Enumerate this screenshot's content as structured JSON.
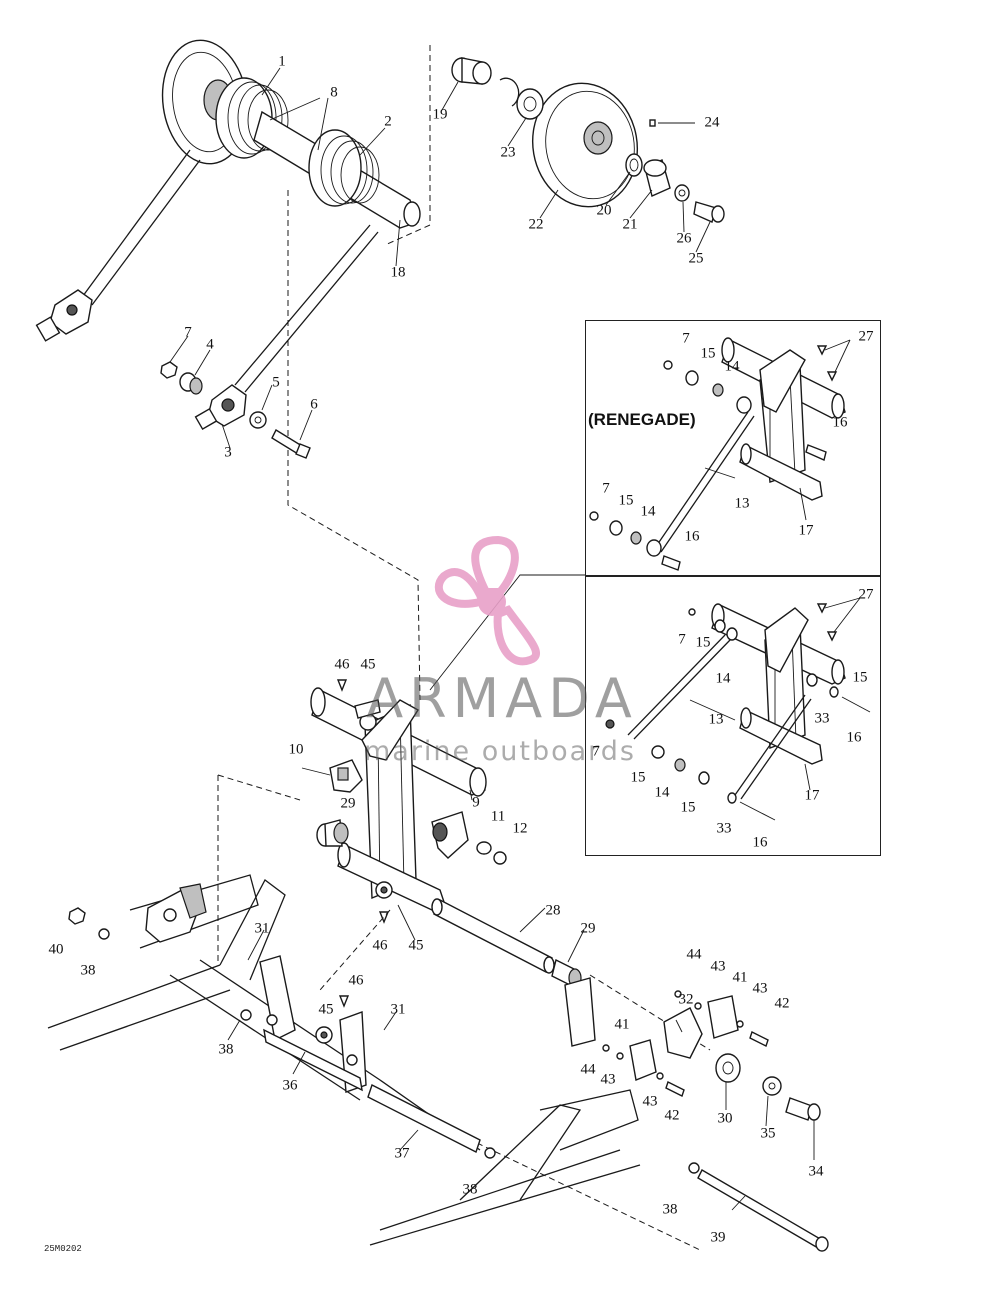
{
  "inset_title": "(RENEGADE)",
  "drawing_code": "25M0202",
  "watermark": {
    "brand": "ARMADA",
    "tagline": "marine outboards",
    "color": "#e8a0c8"
  },
  "callouts": [
    {
      "id": "c1",
      "text": "1"
    },
    {
      "id": "c2",
      "text": "2"
    },
    {
      "id": "c3",
      "text": "3"
    },
    {
      "id": "c4",
      "text": "4"
    },
    {
      "id": "c5",
      "text": "5"
    },
    {
      "id": "c6",
      "text": "6"
    },
    {
      "id": "c7a",
      "text": "7"
    },
    {
      "id": "c7b",
      "text": "7"
    },
    {
      "id": "c7c",
      "text": "7"
    },
    {
      "id": "c7d",
      "text": "7"
    },
    {
      "id": "c7e",
      "text": "7"
    },
    {
      "id": "c8",
      "text": "8"
    },
    {
      "id": "c9",
      "text": "9"
    },
    {
      "id": "c10",
      "text": "10"
    },
    {
      "id": "c11",
      "text": "11"
    },
    {
      "id": "c12",
      "text": "12"
    },
    {
      "id": "c13a",
      "text": "13"
    },
    {
      "id": "c13b",
      "text": "13"
    },
    {
      "id": "c14a",
      "text": "14"
    },
    {
      "id": "c14b",
      "text": "14"
    },
    {
      "id": "c14c",
      "text": "14"
    },
    {
      "id": "c14d",
      "text": "14"
    },
    {
      "id": "c15a",
      "text": "15"
    },
    {
      "id": "c15b",
      "text": "15"
    },
    {
      "id": "c15c",
      "text": "15"
    },
    {
      "id": "c15d",
      "text": "15"
    },
    {
      "id": "c15e",
      "text": "15"
    },
    {
      "id": "c15f",
      "text": "15"
    },
    {
      "id": "c16a",
      "text": "16"
    },
    {
      "id": "c16b",
      "text": "16"
    },
    {
      "id": "c16c",
      "text": "16"
    },
    {
      "id": "c16d",
      "text": "16"
    },
    {
      "id": "c17a",
      "text": "17"
    },
    {
      "id": "c17b",
      "text": "17"
    },
    {
      "id": "c18",
      "text": "18"
    },
    {
      "id": "c19",
      "text": "19"
    },
    {
      "id": "c20",
      "text": "20"
    },
    {
      "id": "c21",
      "text": "21"
    },
    {
      "id": "c22",
      "text": "22"
    },
    {
      "id": "c23",
      "text": "23"
    },
    {
      "id": "c24",
      "text": "24"
    },
    {
      "id": "c25",
      "text": "25"
    },
    {
      "id": "c26",
      "text": "26"
    },
    {
      "id": "c27a",
      "text": "27"
    },
    {
      "id": "c27b",
      "text": "27"
    },
    {
      "id": "c28",
      "text": "28"
    },
    {
      "id": "c29a",
      "text": "29"
    },
    {
      "id": "c29b",
      "text": "29"
    },
    {
      "id": "c30",
      "text": "30"
    },
    {
      "id": "c31a",
      "text": "31"
    },
    {
      "id": "c31b",
      "text": "31"
    },
    {
      "id": "c32",
      "text": "32"
    },
    {
      "id": "c33a",
      "text": "33"
    },
    {
      "id": "c33b",
      "text": "33"
    },
    {
      "id": "c34",
      "text": "34"
    },
    {
      "id": "c35",
      "text": "35"
    },
    {
      "id": "c36",
      "text": "36"
    },
    {
      "id": "c37",
      "text": "37"
    },
    {
      "id": "c38a",
      "text": "38"
    },
    {
      "id": "c38b",
      "text": "38"
    },
    {
      "id": "c38c",
      "text": "38"
    },
    {
      "id": "c38d",
      "text": "38"
    },
    {
      "id": "c39",
      "text": "39"
    },
    {
      "id": "c40",
      "text": "40"
    },
    {
      "id": "c41a",
      "text": "41"
    },
    {
      "id": "c41b",
      "text": "41"
    },
    {
      "id": "c42a",
      "text": "42"
    },
    {
      "id": "c42b",
      "text": "42"
    },
    {
      "id": "c43a",
      "text": "43"
    },
    {
      "id": "c43b",
      "text": "43"
    },
    {
      "id": "c43c",
      "text": "43"
    },
    {
      "id": "c43d",
      "text": "43"
    },
    {
      "id": "c44a",
      "text": "44"
    },
    {
      "id": "c44b",
      "text": "44"
    },
    {
      "id": "c45a",
      "text": "45"
    },
    {
      "id": "c45b",
      "text": "45"
    },
    {
      "id": "c45c",
      "text": "45"
    },
    {
      "id": "c46a",
      "text": "46"
    },
    {
      "id": "c46b",
      "text": "46"
    },
    {
      "id": "c46c",
      "text": "46"
    }
  ]
}
